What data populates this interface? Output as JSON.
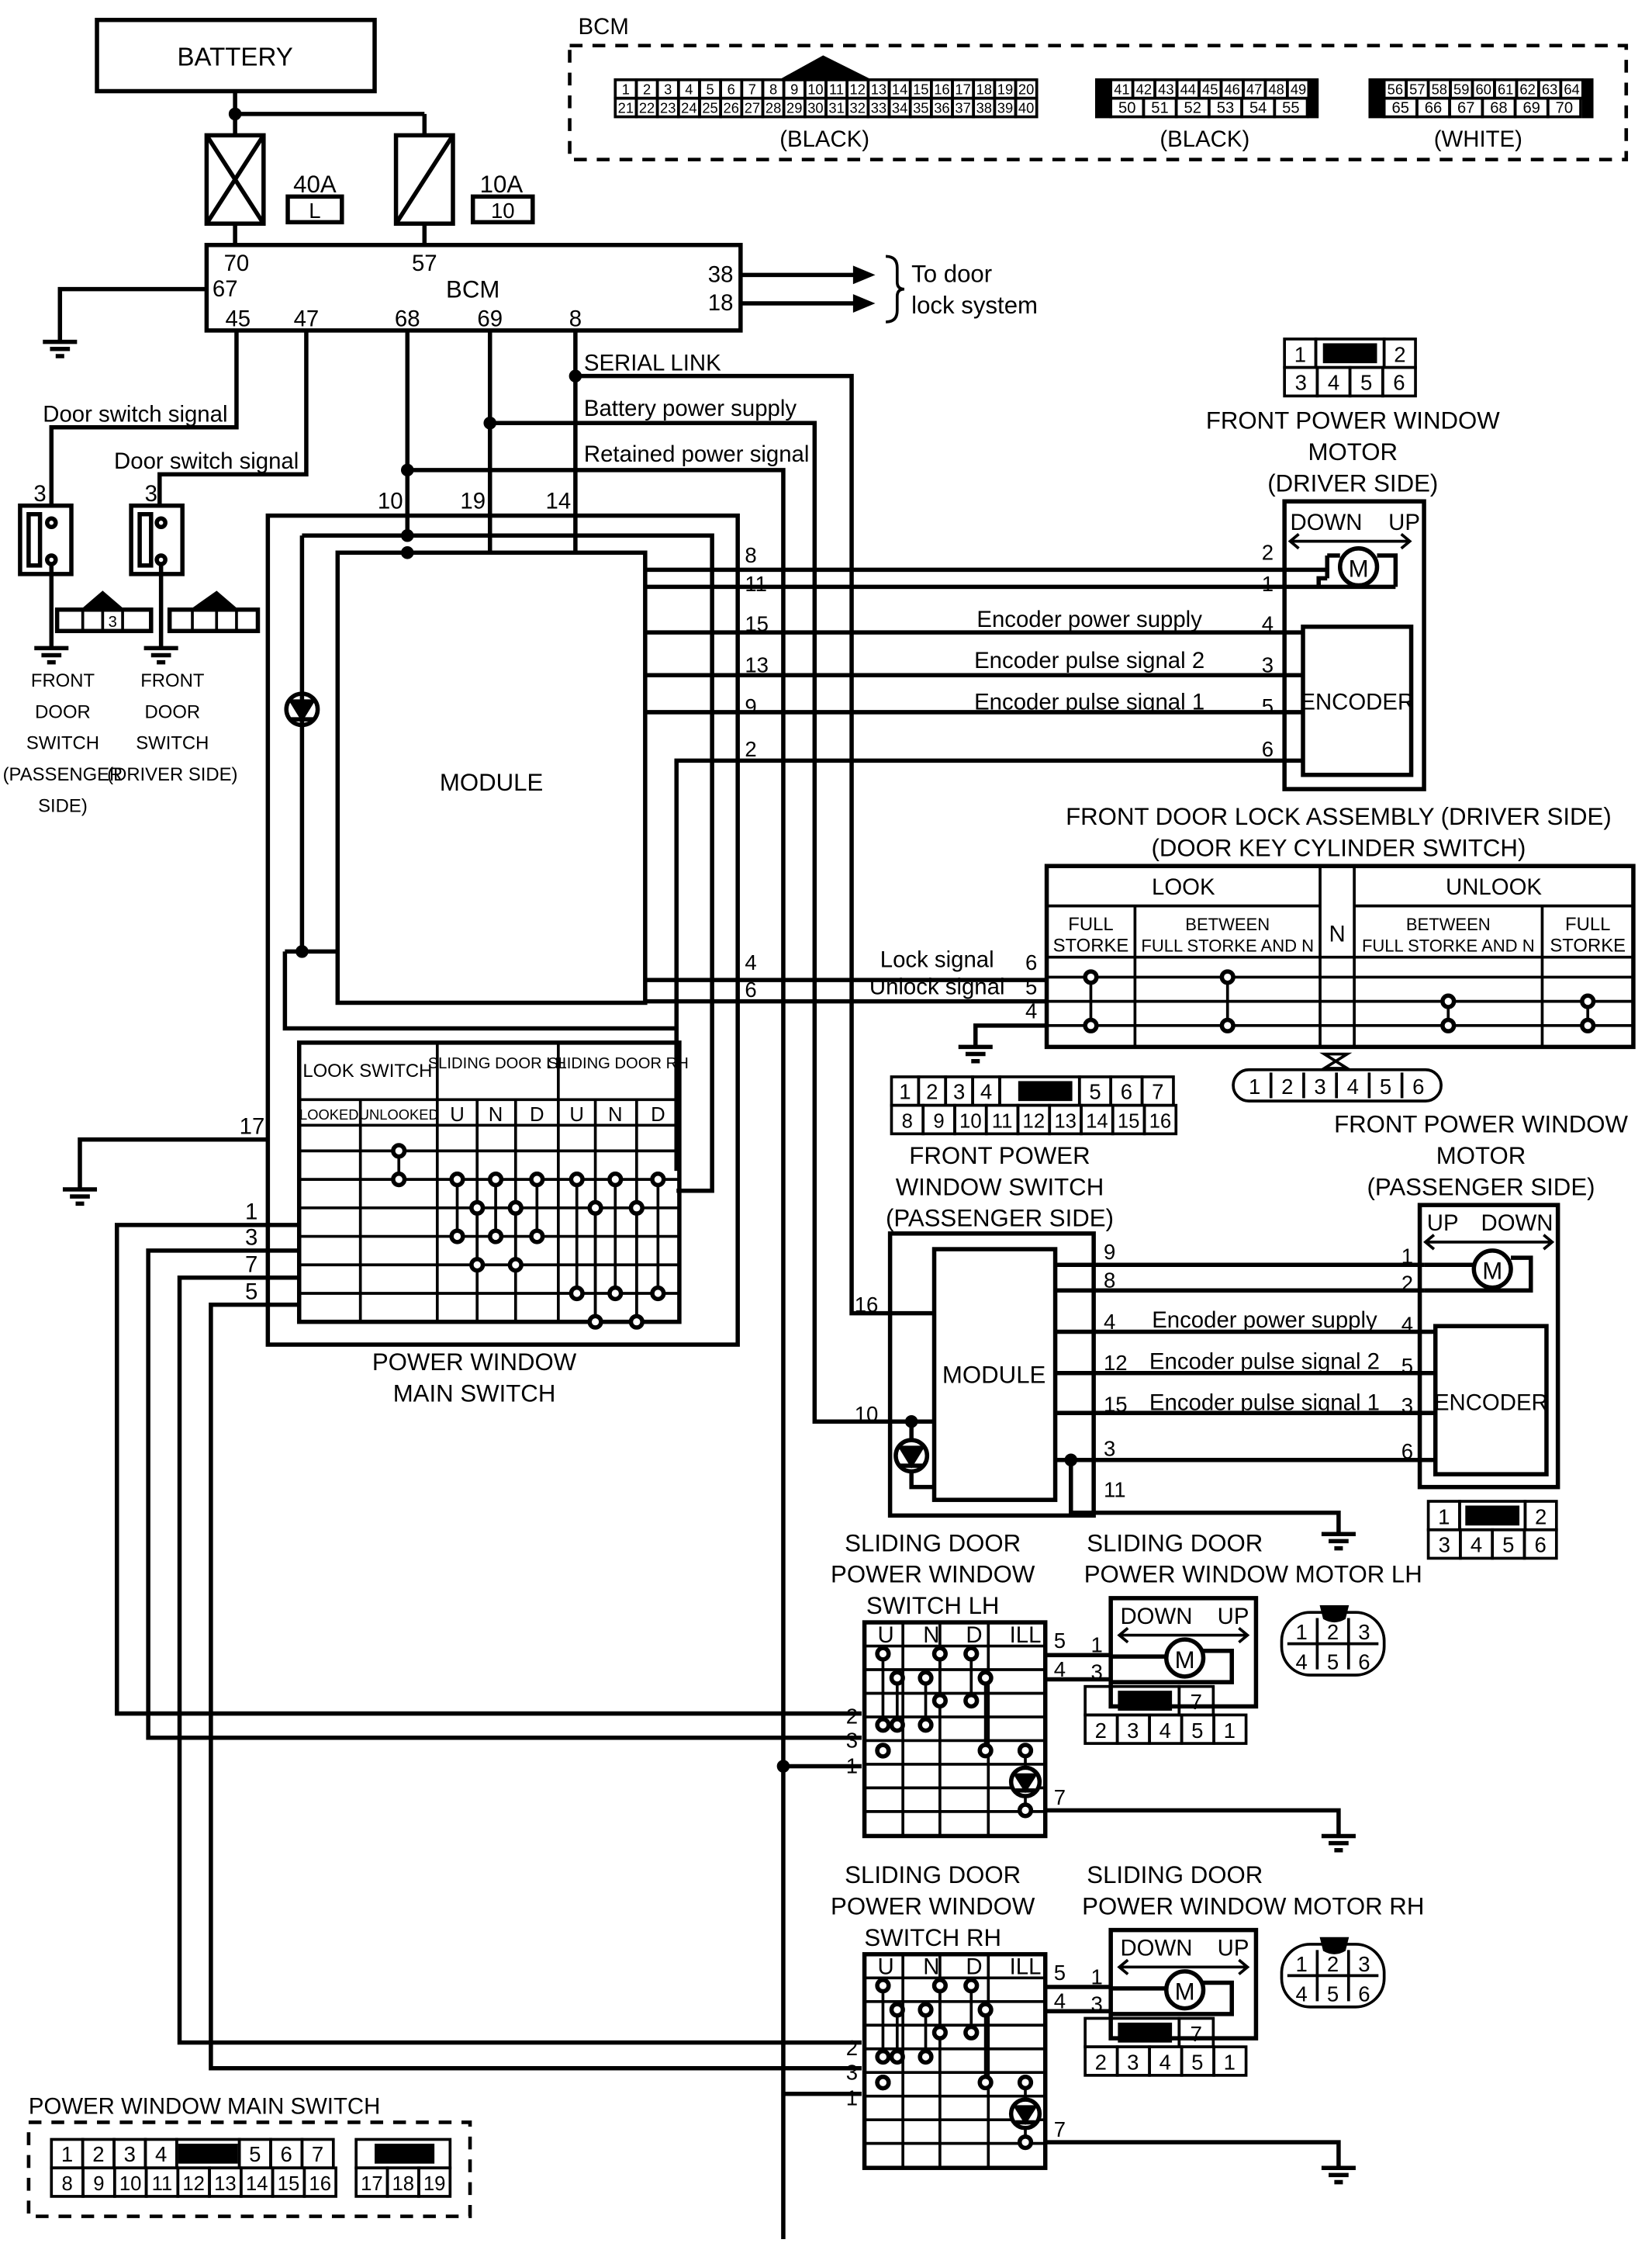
{
  "battery": "BATTERY",
  "fuses": {
    "f40": {
      "rating": "40A",
      "code": "L"
    },
    "f10": {
      "rating": "10A",
      "code": "10"
    }
  },
  "bcm": {
    "name": "BCM",
    "pins_left": [
      "70",
      "67",
      "45",
      "47"
    ],
    "pins_top": [
      "57"
    ],
    "pins_bottom": [
      "68",
      "69",
      "8"
    ],
    "pins_right": [
      "38",
      "18"
    ],
    "door_lock_note": [
      "To door",
      "lock system"
    ]
  },
  "bcm_connector": {
    "title": "BCM",
    "c1_row1": [
      "1",
      "2",
      "3",
      "4",
      "5",
      "6",
      "7",
      "8",
      "9",
      "10",
      "11",
      "12",
      "13",
      "14",
      "15",
      "16",
      "17",
      "18",
      "19",
      "20"
    ],
    "c1_row2": [
      "21",
      "22",
      "23",
      "24",
      "25",
      "26",
      "27",
      "28",
      "29",
      "30",
      "31",
      "32",
      "33",
      "34",
      "35",
      "36",
      "37",
      "38",
      "39",
      "40"
    ],
    "c1_color": "(BLACK)",
    "c2_row1": [
      "41",
      "42",
      "43",
      "44",
      "45",
      "46",
      "47",
      "48",
      "49"
    ],
    "c2_row2": [
      "50",
      "51",
      "52",
      "53",
      "54",
      "55"
    ],
    "c2_color": "(BLACK)",
    "c3_row1": [
      "56",
      "57",
      "58",
      "59",
      "60",
      "61",
      "62",
      "63",
      "64"
    ],
    "c3_row2": [
      "65",
      "66",
      "67",
      "68",
      "69",
      "70"
    ],
    "c3_color": "(WHITE)"
  },
  "wire_labels": {
    "serial_link": "SERIAL LINK",
    "battery_power_supply": "Battery power supply",
    "retained_power_signal": "Retained power signal",
    "door_switch_signal_1": "Door switch signal",
    "door_switch_signal_2": "Door switch signal",
    "encoder_power_supply": "Encoder power supply",
    "encoder_pulse_2": "Encoder pulse signal 2",
    "encoder_pulse_1": "Encoder pulse signal 1",
    "lock_signal": "Lock signal",
    "unlock_signal": "Unlock signal"
  },
  "front_door_switches": {
    "passenger": [
      "FRONT",
      "DOOR",
      "SWITCH",
      "(PASSENGER",
      "SIDE)"
    ],
    "driver": [
      "FRONT",
      "DOOR",
      "SWITCH",
      "(DRIVER SIDE)"
    ],
    "pin": "3"
  },
  "main_switch": {
    "module": "MODULE",
    "title": [
      "POWER WINDOW",
      "MAIN SWITCH"
    ],
    "top_pins": [
      "10",
      "19",
      "14"
    ],
    "right_pins": [
      "8",
      "11",
      "15",
      "13",
      "9",
      "2",
      "4",
      "6"
    ],
    "left_pins": [
      "17",
      "1",
      "3",
      "7",
      "5"
    ],
    "table_head": [
      "LOOK SWITCH",
      "SLIDING DOOR LH",
      "SLIDING DOOR RH"
    ],
    "table_sub": [
      "LOOKED",
      "UNLOOKED",
      "U",
      "N",
      "D",
      "U",
      "N",
      "D"
    ]
  },
  "driver_motor": {
    "title": [
      "FRONT POWER WINDOW",
      "MOTOR",
      "(DRIVER SIDE)"
    ],
    "down": "DOWN",
    "up": "UP",
    "m": "M",
    "encoder": "ENCODER",
    "pins": [
      "2",
      "1",
      "4",
      "3",
      "5",
      "6"
    ],
    "connector_row1": [
      "1",
      "2"
    ],
    "connector_row2": [
      "3",
      "4",
      "5",
      "6"
    ]
  },
  "door_lock": {
    "title": [
      "FRONT DOOR LOCK ASSEMBLY (DRIVER SIDE)",
      "(DOOR KEY CYLINDER SWITCH)"
    ],
    "look": "LOOK",
    "unlook": "UNLOOK",
    "n": "N",
    "full": [
      "FULL",
      "STORKE"
    ],
    "between": [
      "BETWEEN",
      "FULL STORKE AND N"
    ],
    "pins": [
      "6",
      "5",
      "4"
    ],
    "connector": [
      "1",
      "2",
      "3",
      "4",
      "5",
      "6"
    ]
  },
  "pass_switch_connector": {
    "row1": [
      "1",
      "2",
      "3",
      "4",
      "5",
      "6",
      "7"
    ],
    "row2": [
      "8",
      "9",
      "10",
      "11",
      "12",
      "13",
      "14",
      "15",
      "16"
    ]
  },
  "pass_switch": {
    "title": [
      "FRONT POWER",
      "WINDOW SWITCH",
      "(PASSENGER SIDE)"
    ],
    "module": "MODULE",
    "pins": [
      "16",
      "10",
      "9",
      "8",
      "4",
      "12",
      "15",
      "3",
      "11"
    ]
  },
  "pass_motor": {
    "title": [
      "FRONT POWER WINDOW",
      "MOTOR",
      "(PASSENGER SIDE)"
    ],
    "up": "UP",
    "down": "DOWN",
    "m": "M",
    "encoder": "ENCODER",
    "pins": [
      "1",
      "2",
      "4",
      "5",
      "3",
      "6"
    ],
    "connector_row1": [
      "1",
      "2"
    ],
    "connector_row2": [
      "3",
      "4",
      "5",
      "6"
    ]
  },
  "sliding_lh": {
    "switch_title": [
      "SLIDING DOOR",
      "POWER WINDOW",
      "SWITCH LH"
    ],
    "motor_title": [
      "SLIDING DOOR",
      "POWER WINDOW MOTOR LH"
    ],
    "cols": [
      "U",
      "N",
      "D",
      "ILL"
    ],
    "left_pins": [
      "2",
      "3",
      "1"
    ],
    "right_pins": [
      "5",
      "4",
      "7"
    ],
    "motor_pins": [
      "1",
      "3"
    ],
    "down": "DOWN",
    "up": "UP",
    "m": "M",
    "switch_conn_row1": [
      "7"
    ],
    "switch_conn_row2": [
      "2",
      "3",
      "4",
      "5",
      "1"
    ],
    "motor_conn": [
      "1",
      "2",
      "3",
      "4",
      "5",
      "6"
    ]
  },
  "sliding_rh": {
    "switch_title": [
      "SLIDING DOOR",
      "POWER WINDOW",
      "SWITCH RH"
    ],
    "motor_title": [
      "SLIDING DOOR",
      "POWER WINDOW MOTOR RH"
    ],
    "cols": [
      "U",
      "N",
      "D",
      "ILL"
    ],
    "left_pins": [
      "2",
      "3",
      "1"
    ],
    "right_pins": [
      "5",
      "4",
      "7"
    ],
    "motor_pins": [
      "1",
      "3"
    ],
    "down": "DOWN",
    "up": "UP",
    "m": "M",
    "switch_conn_row1": [
      "7"
    ],
    "switch_conn_row2": [
      "2",
      "3",
      "4",
      "5",
      "1"
    ],
    "motor_conn": [
      "1",
      "2",
      "3",
      "4",
      "5",
      "6"
    ]
  },
  "main_switch_connector": {
    "title": "POWER WINDOW MAIN SWITCH",
    "row1": [
      "1",
      "2",
      "3",
      "4",
      "5",
      "6",
      "7"
    ],
    "row2": [
      "8",
      "9",
      "10",
      "11",
      "12",
      "13",
      "14",
      "15",
      "16"
    ],
    "sub_row": [
      "17",
      "18",
      "19"
    ]
  }
}
